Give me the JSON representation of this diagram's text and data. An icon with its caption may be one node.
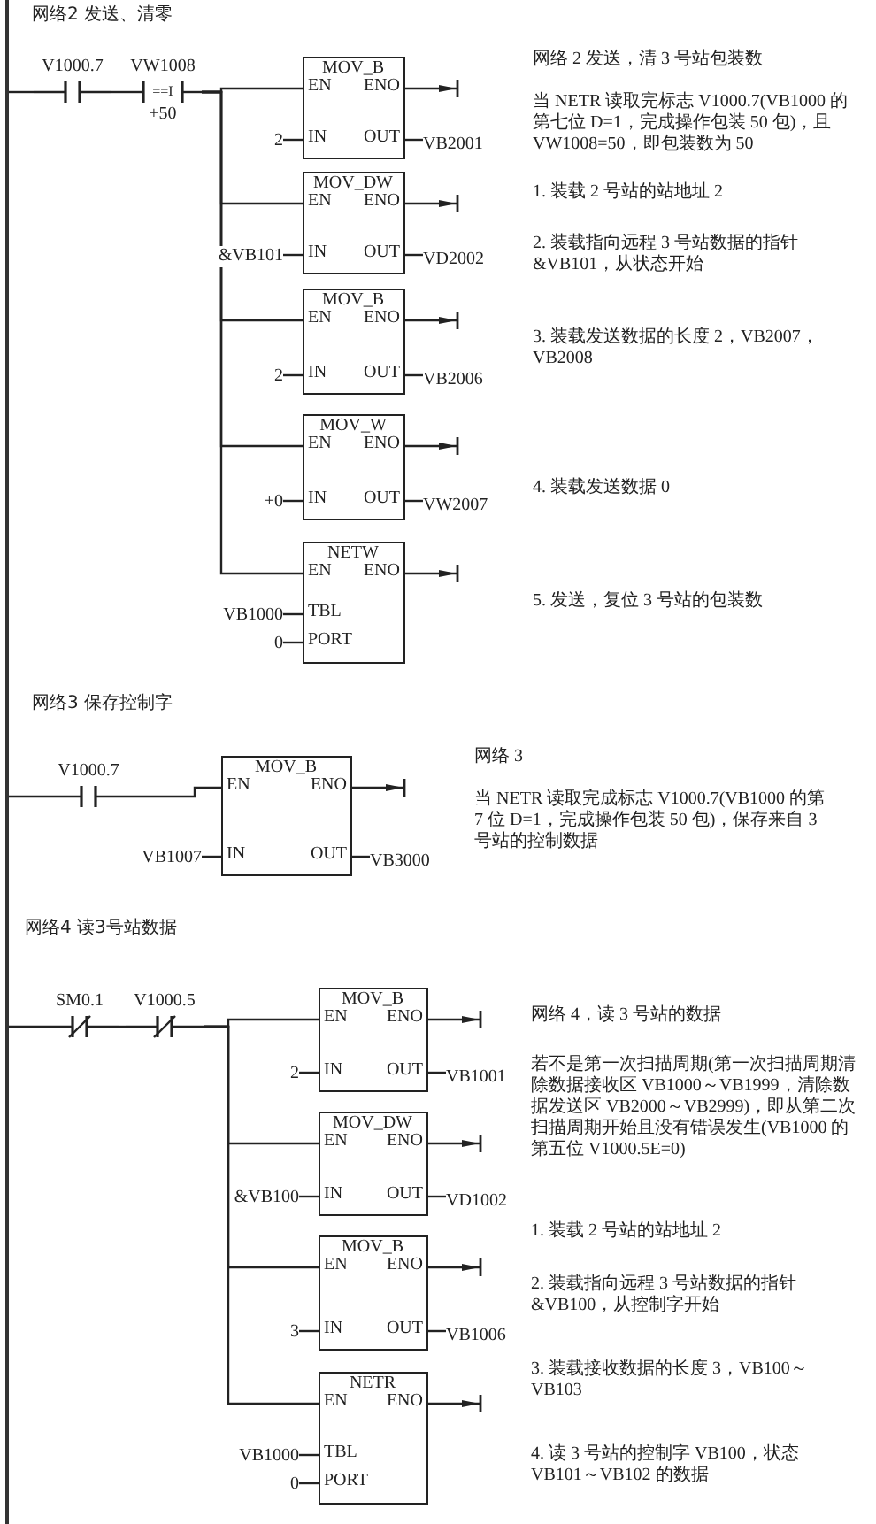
{
  "diagram": {
    "nodes": [
      {
        "text": [],
        "shape": "bar"
      },
      {
        "text": [
          "V1000.7"
        ]
      },
      {
        "text": [
          "VW1008",
          "==I",
          "+50"
        ]
      },
      {
        "text": [
          "MOV_B",
          "EN",
          "ENO",
          "IN",
          "OUT"
        ]
      },
      {
        "text": [
          "2"
        ]
      },
      {
        "text": [
          "VB2001"
        ]
      },
      {
        "text": [
          "MOV_DW",
          "EN",
          "ENO",
          "IN",
          "OUT"
        ]
      },
      {
        "text": [
          "&VB101"
        ]
      },
      {
        "text": [
          "VD2002"
        ]
      },
      {
        "text": [
          "MOV_B",
          "EN",
          "ENO",
          "IN",
          "OUT"
        ]
      },
      {
        "text": [
          "2"
        ]
      },
      {
        "text": [
          "VB2006"
        ]
      },
      {
        "text": [
          "MOV_W",
          "EN",
          "ENO",
          "IN",
          "OUT"
        ]
      },
      {
        "text": [
          "+0"
        ]
      },
      {
        "text": [
          "VW2007"
        ]
      },
      {
        "text": [
          "NETW",
          "EN",
          "ENO",
          "TBL",
          "PORT"
        ]
      },
      {
        "text": [
          "VB1000"
        ]
      },
      {
        "text": [
          "0"
        ]
      },
      {
        "text": [
          "V1000.7"
        ]
      },
      {
        "text": [
          "MOV_B",
          "EN",
          "ENO",
          "IN",
          "OUT"
        ]
      },
      {
        "text": [
          "VB1007"
        ]
      },
      {
        "text": [
          "VB3000"
        ]
      },
      {
        "text": [
          "SM0.1"
        ]
      },
      {
        "text": [
          "V1000.5"
        ]
      },
      {
        "text": [
          "MOV_B",
          "EN",
          "ENO",
          "IN",
          "OUT"
        ]
      },
      {
        "text": [
          "2"
        ]
      },
      {
        "text": [
          "VB1001"
        ]
      },
      {
        "text": [
          "MOV_DW",
          "EN",
          "ENO",
          "IN",
          "OUT"
        ]
      },
      {
        "text": [
          "&VB100"
        ]
      },
      {
        "text": [
          "VD1002"
        ]
      },
      {
        "text": [
          "MOV_B",
          "EN",
          "ENO",
          "IN",
          "OUT"
        ]
      },
      {
        "text": [
          "3"
        ]
      },
      {
        "text": [
          "VB1006"
        ]
      },
      {
        "text": [
          "NETR",
          "EN",
          "ENO",
          "TBL",
          "PORT"
        ]
      },
      {
        "text": [
          "VB1000"
        ]
      },
      {
        "text": [
          "0"
        ]
      }
    ],
    "edges": [
      {
        "from": 0,
        "to": 1,
        "arrow": "none"
      },
      {
        "from": 1,
        "to": 2,
        "arrow": "none"
      },
      {
        "from": 2,
        "to": 3,
        "arrow": "none"
      },
      {
        "from": 4,
        "to": 3,
        "arrow": "none"
      },
      {
        "from": 3,
        "to": 5,
        "arrow": "none"
      },
      {
        "from": 3,
        "to": null,
        "arrow": "to"
      },
      {
        "from": 2,
        "to": 6,
        "arrow": "none"
      },
      {
        "from": 7,
        "to": 6,
        "arrow": "none"
      },
      {
        "from": 6,
        "to": 8,
        "arrow": "none"
      },
      {
        "from": 6,
        "to": null,
        "arrow": "to"
      },
      {
        "from": 2,
        "to": 9,
        "arrow": "none"
      },
      {
        "from": 10,
        "to": 9,
        "arrow": "none"
      },
      {
        "from": 9,
        "to": 11,
        "arrow": "none"
      },
      {
        "from": 9,
        "to": null,
        "arrow": "to"
      },
      {
        "from": 2,
        "to": 12,
        "arrow": "none"
      },
      {
        "from": 13,
        "to": 12,
        "arrow": "none"
      },
      {
        "from": 12,
        "to": 14,
        "arrow": "none"
      },
      {
        "from": 12,
        "to": null,
        "arrow": "to"
      },
      {
        "from": 2,
        "to": 15,
        "arrow": "none"
      },
      {
        "from": 16,
        "to": 15,
        "arrow": "none"
      },
      {
        "from": 17,
        "to": 15,
        "arrow": "none"
      },
      {
        "from": 15,
        "to": null,
        "arrow": "to"
      },
      {
        "from": 0,
        "to": 18,
        "arrow": "none"
      },
      {
        "from": 18,
        "to": 19,
        "arrow": "none"
      },
      {
        "from": 20,
        "to": 19,
        "arrow": "none"
      },
      {
        "from": 19,
        "to": 21,
        "arrow": "none"
      },
      {
        "from": 19,
        "to": null,
        "arrow": "to"
      },
      {
        "from": 0,
        "to": 22,
        "arrow": "none"
      },
      {
        "from": 22,
        "to": 23,
        "arrow": "none"
      },
      {
        "from": 23,
        "to": 24,
        "arrow": "none"
      },
      {
        "from": 25,
        "to": 24,
        "arrow": "none"
      },
      {
        "from": 24,
        "to": 26,
        "arrow": "none"
      },
      {
        "from": 24,
        "to": null,
        "arrow": "to"
      },
      {
        "from": 23,
        "to": 27,
        "arrow": "none"
      },
      {
        "from": 28,
        "to": 27,
        "arrow": "none"
      },
      {
        "from": 27,
        "to": 29,
        "arrow": "none"
      },
      {
        "from": 27,
        "to": null,
        "arrow": "to"
      },
      {
        "from": 23,
        "to": 30,
        "arrow": "none"
      },
      {
        "from": 31,
        "to": 30,
        "arrow": "none"
      },
      {
        "from": 30,
        "to": 32,
        "arrow": "none"
      },
      {
        "from": 30,
        "to": null,
        "arrow": "to"
      },
      {
        "from": 23,
        "to": 33,
        "arrow": "none"
      },
      {
        "from": 34,
        "to": 33,
        "arrow": "none"
      },
      {
        "from": 35,
        "to": 33,
        "arrow": "none"
      },
      {
        "from": 33,
        "to": null,
        "arrow": "to"
      }
    ],
    "labels": [
      "网络2  发送、清零",
      "网络 2 发送，清 3 号站包装数",
      "当 NETR 读取完标志 V1000.7(VB1000 的第七位 D=1，完成操作包装 50 包)，且 VW1008=50，即包装数为 50",
      "1. 装载 2 号站的站地址 2",
      "2. 装载指向远程 3 号站数据的指针 &VB101，从状态开始",
      "3. 装载发送数据的长度 2，VB2007，VB2008",
      "4. 装载发送数据 0",
      "5. 发送，复位 3 号站的包装数",
      "网络3    保存控制字",
      "网络 3",
      "当 NETR 读取完成标志 V1000.7(VB1000 的第 7 位 D=1，完成操作包装 50 包)，保存来自 3 号站的控制数据",
      "网络4   读3号站数据",
      "网络 4，读 3 号站的数据",
      "若不是第一次扫描周期(第一次扫描周期清除数据接收区 VB1000～VB1999，清除数据发送区 VB2000～VB2999)，即从第二次扫描周期开始且没有错误发生(VB1000 的第五位 V1000.5E=0)",
      "1. 装载 2 号站的站地址 2",
      "2. 装载指向远程 3 号站数据的指针 &VB100，从控制字开始",
      "3. 装载接收数据的长度 3，VB100～VB103",
      "4. 读 3 号站的控制字 VB100，状态 VB101～VB102 的数据"
    ]
  }
}
